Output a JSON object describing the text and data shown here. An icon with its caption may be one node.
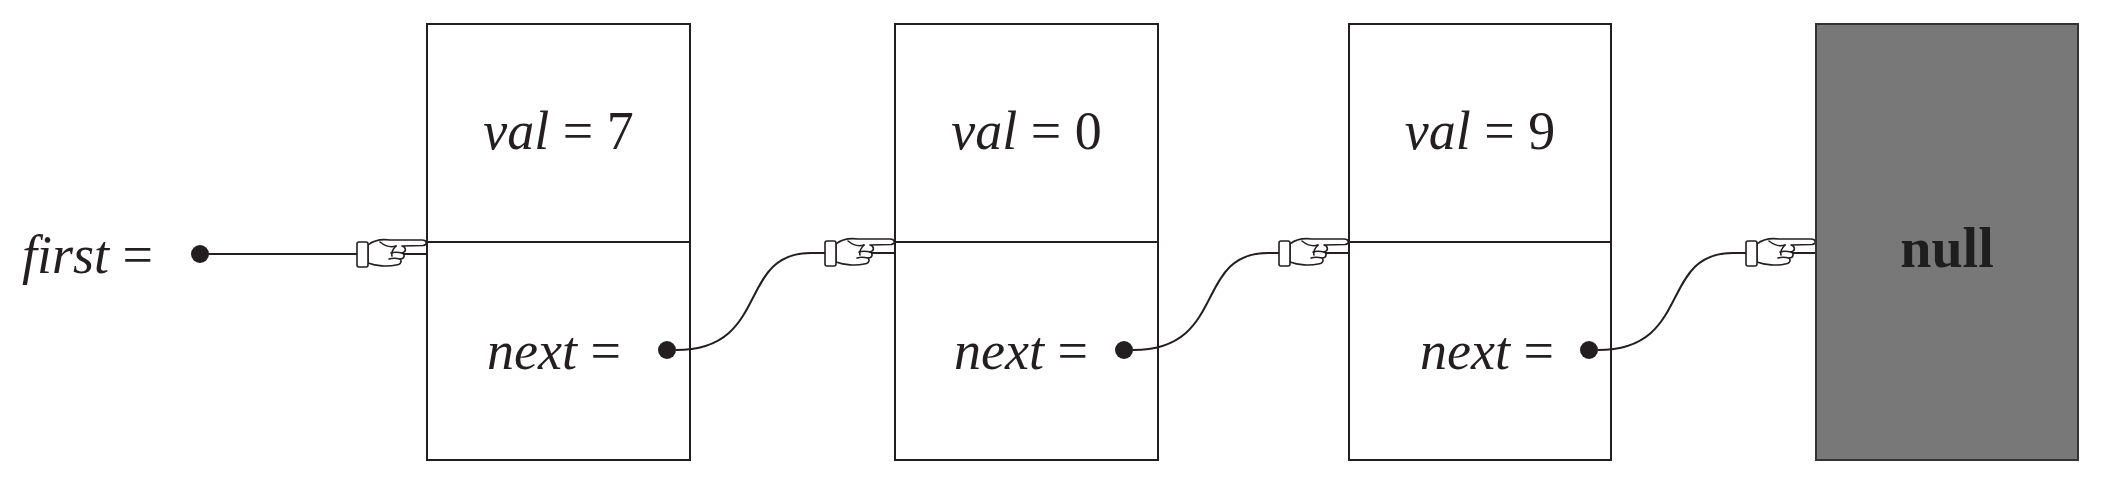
{
  "diagram": {
    "nodes": [
      {
        "text": [
          "*first* ="
        ]
      },
      {
        "text": [],
        "shape": "circle"
      },
      {
        "text": [
          "*val* = 7",
          "*next* ="
        ]
      },
      {
        "text": [],
        "shape": "circle",
        "in": 2
      },
      {
        "text": [
          "*val* = 0",
          "*next* ="
        ]
      },
      {
        "text": [],
        "shape": "circle",
        "in": 4
      },
      {
        "text": [
          "*val* = 9",
          "*next* ="
        ]
      },
      {
        "text": [],
        "shape": "circle",
        "in": 6
      },
      {
        "text": [
          "null"
        ]
      }
    ],
    "edges": [
      {
        "from": 1,
        "to": 2,
        "arrow": "to"
      },
      {
        "from": 3,
        "to": 4,
        "arrow": "to"
      },
      {
        "from": 5,
        "to": 6,
        "arrow": "to"
      },
      {
        "from": 7,
        "to": 8,
        "arrow": "to"
      }
    ]
  }
}
